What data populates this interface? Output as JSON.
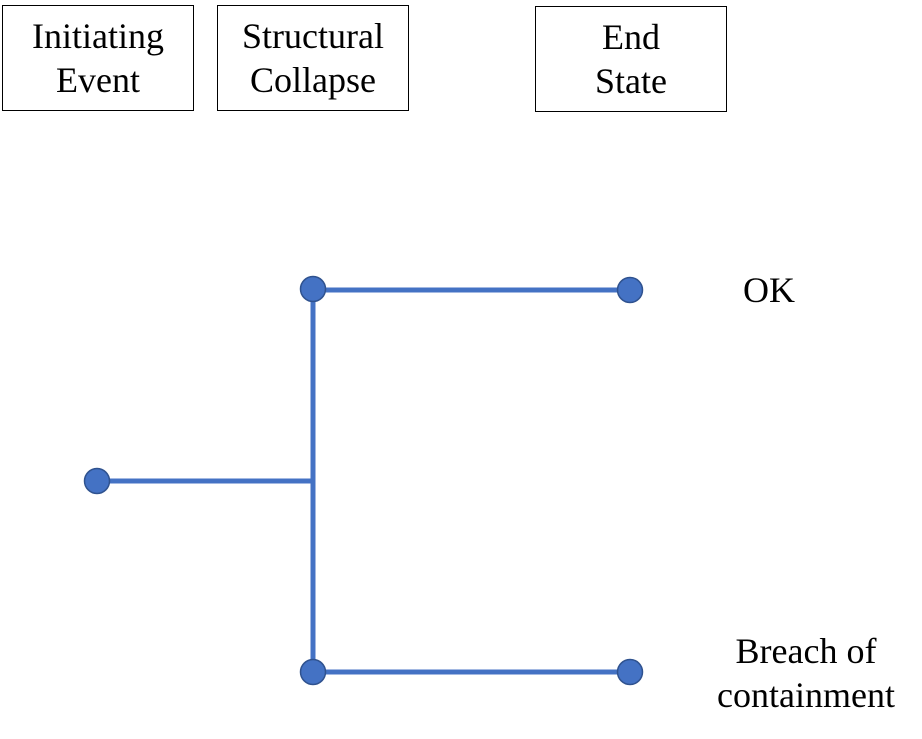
{
  "headers": {
    "initiating_event": [
      "Initiating",
      "Event"
    ],
    "structural_collapse": [
      "Structural",
      "Collapse"
    ],
    "end_state": [
      "End",
      "State"
    ]
  },
  "outcomes": {
    "ok": "OK",
    "breach": [
      "Breach of",
      "containment"
    ]
  },
  "colors": {
    "branch_line": "#4472C4",
    "node_fill": "#4472C4",
    "node_stroke": "#2F528F",
    "box_border": "#000000",
    "text": "#000000"
  }
}
